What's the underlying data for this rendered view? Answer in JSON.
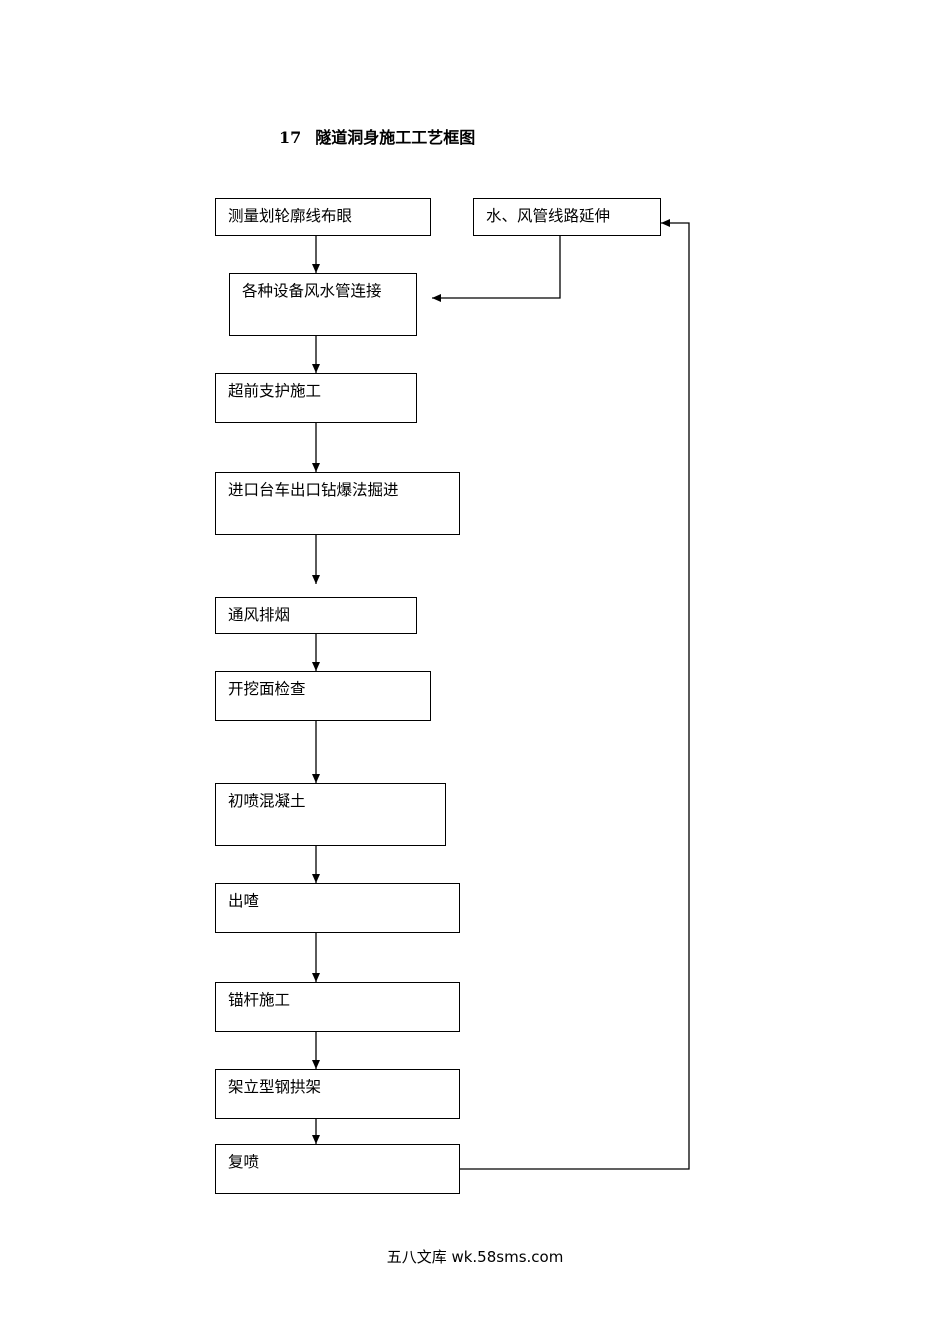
{
  "title": {
    "number": "17",
    "text": "隧道洞身施工工艺框图"
  },
  "steps": [
    "测量划轮廓线布眼",
    "各种设备风水管连接",
    "超前支护施工",
    "进口台车出口钻爆法掘进",
    "通风排烟",
    "开挖面检查",
    "初喷混凝土",
    "出喳",
    "锚杆施工",
    "架立型钢拱架",
    "复喷"
  ],
  "side_step": "水、风管线路延伸",
  "footer": "五八文库 wk.58sms.com"
}
